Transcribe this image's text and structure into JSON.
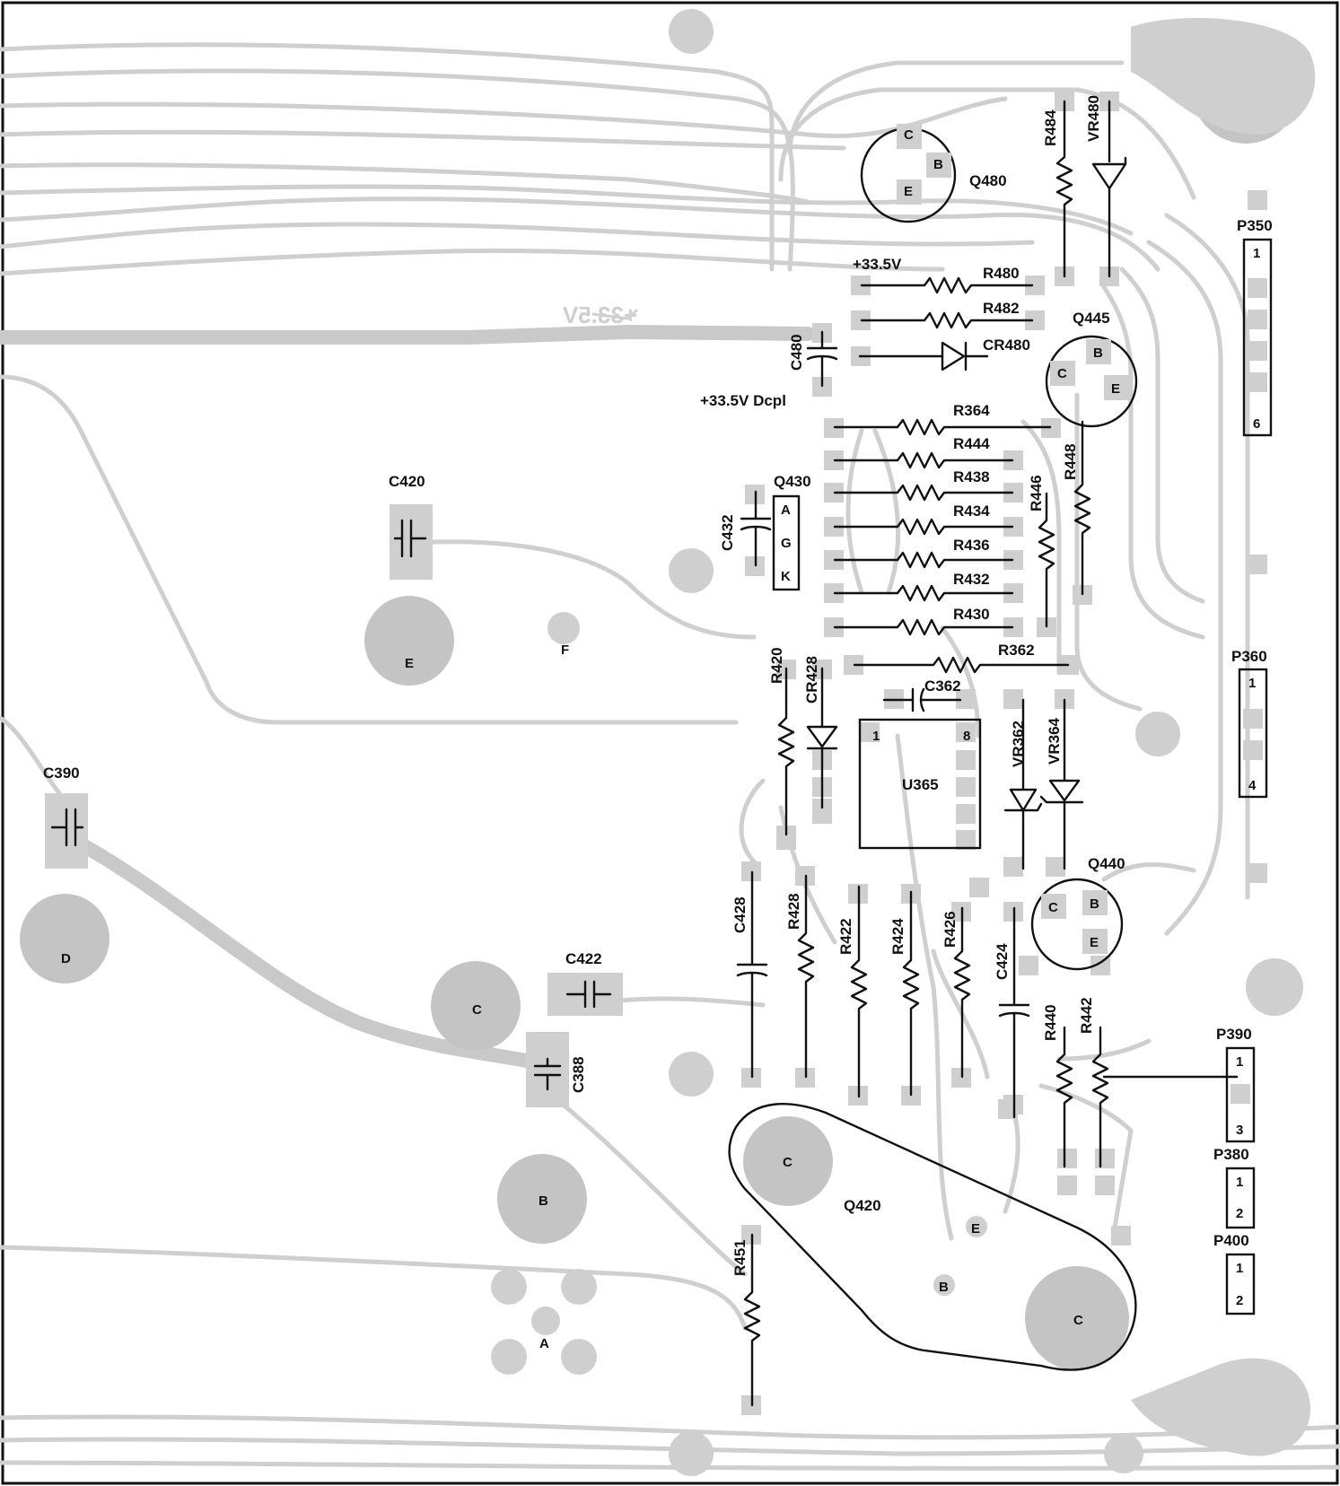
{
  "components": {
    "q480": {
      "ref": "Q480",
      "pins": [
        "C",
        "B",
        "E"
      ]
    },
    "q445": {
      "ref": "Q445",
      "pins": [
        "C",
        "B",
        "E"
      ]
    },
    "q440": {
      "ref": "Q440",
      "pins": [
        "C",
        "B",
        "E"
      ]
    },
    "q430": {
      "ref": "Q430",
      "pins": [
        "A",
        "G",
        "K"
      ]
    },
    "q420": {
      "ref": "Q420",
      "pins": [
        "C",
        "E",
        "B",
        "C"
      ]
    },
    "u365": {
      "ref": "U365",
      "pin_first": "1",
      "pin_last": "8"
    },
    "r484": "R484",
    "vr480": "VR480",
    "r480": "R480",
    "r482": "R482",
    "cr480": "CR480",
    "c480": "C480",
    "r364": "R364",
    "r444": "R444",
    "r438": "R438",
    "r434": "R434",
    "r436": "R436",
    "r432": "R432",
    "r430": "R430",
    "r362": "R362",
    "r446": "R446",
    "r448": "R448",
    "c432": "C432",
    "c420": "C420",
    "r420": "R420",
    "cr428": "CR428",
    "c362": "C362",
    "vr362": "VR362",
    "vr364": "VR364",
    "c390": "C390",
    "c428": "C428",
    "r428": "R428",
    "r422": "R422",
    "r424": "R424",
    "r426": "R426",
    "c424": "C424",
    "c422": "C422",
    "c388": "C388",
    "r440": "R440",
    "r442": "R442",
    "r451": "R451"
  },
  "connectors": {
    "p350": {
      "ref": "P350",
      "first": "1",
      "last": "6"
    },
    "p360": {
      "ref": "P360",
      "first": "1",
      "last": "4"
    },
    "p390": {
      "ref": "P390",
      "first": "1",
      "last": "3"
    },
    "p380": {
      "ref": "P380",
      "first": "1",
      "last": "2"
    },
    "p400": {
      "ref": "P400",
      "first": "1",
      "last": "2"
    }
  },
  "net_labels": {
    "supply": "+33.5V",
    "supply_decoupled": "+33.5V Dcpl",
    "mirrored_silkscreen": "+33.5V"
  },
  "mounting_pads": {
    "e": "E",
    "f": "F",
    "d": "D",
    "c": "C",
    "b": "B",
    "a": "A"
  }
}
